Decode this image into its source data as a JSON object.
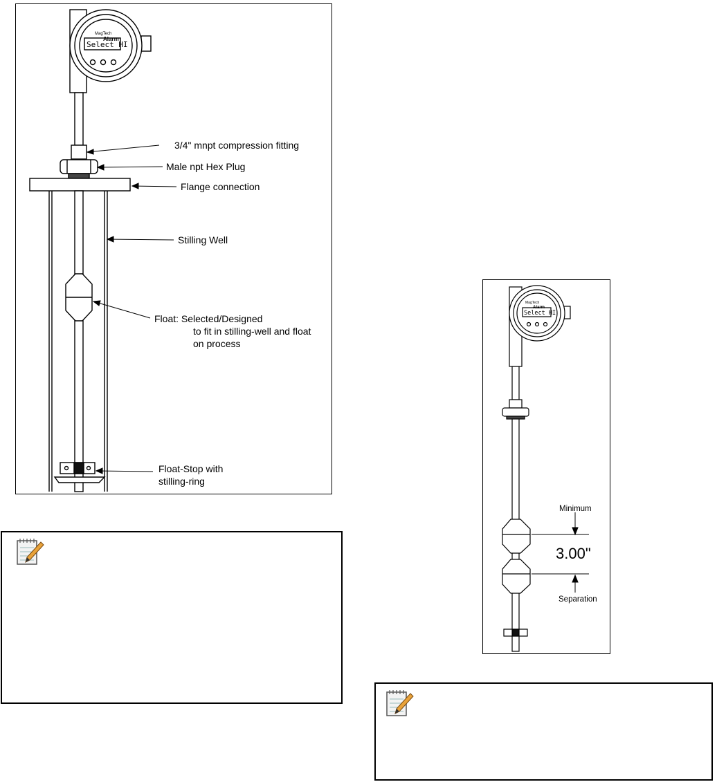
{
  "left_diagram": {
    "head": {
      "brand": "MagTech",
      "word": "Alarm",
      "display": "Select HI"
    },
    "callouts": {
      "compression": "3/4\" mnpt compression fitting",
      "hexplug": "Male npt Hex Plug",
      "flange": "Flange connection",
      "well": "Stilling Well",
      "float_1": "Float: Selected/Designed",
      "float_2": "to fit in stilling-well and float",
      "float_3": "on process",
      "stop_1": "Float-Stop with",
      "stop_2": "stilling-ring"
    }
  },
  "right_diagram": {
    "head": {
      "brand": "MagTech",
      "word": "Alarm",
      "display": "Select HI"
    },
    "minimum": "Minimum",
    "separation": "Separation",
    "distance": "3.00\""
  },
  "notes": {
    "left_icon": "notepad-pencil-icon",
    "right_icon": "notepad-pencil-icon"
  }
}
